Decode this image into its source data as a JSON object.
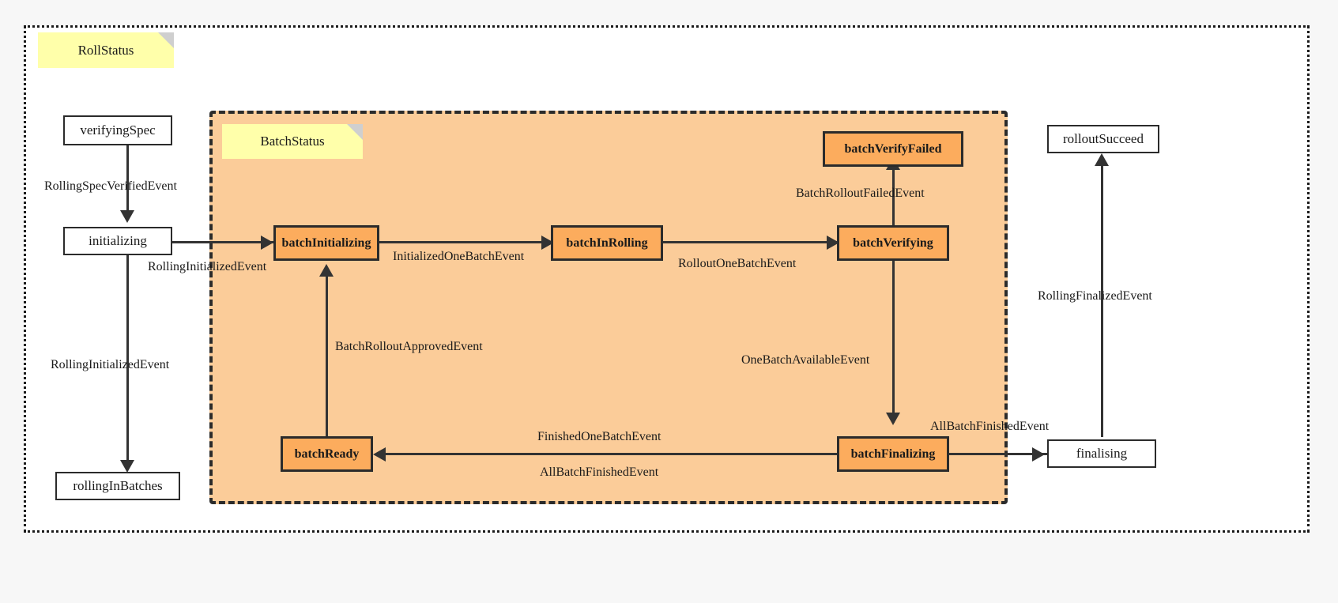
{
  "diagram": {
    "type": "state-machine",
    "composites": [
      {
        "id": "rollStatus",
        "note": "RollStatus"
      },
      {
        "id": "batchStatus",
        "note": "BatchStatus"
      }
    ],
    "states": [
      {
        "id": "verifyingSpec",
        "label": "verifyingSpec",
        "group": "rollStatus"
      },
      {
        "id": "initializing",
        "label": "initializing",
        "group": "rollStatus"
      },
      {
        "id": "rollingInBatches",
        "label": "rollingInBatches",
        "group": "rollStatus"
      },
      {
        "id": "finalising",
        "label": "finalising",
        "group": "rollStatus"
      },
      {
        "id": "rolloutSucceed",
        "label": "rolloutSucceed",
        "group": "rollStatus"
      },
      {
        "id": "batchInitializing",
        "label": "batchInitializing",
        "group": "batchStatus"
      },
      {
        "id": "batchInRolling",
        "label": "batchInRolling",
        "group": "batchStatus"
      },
      {
        "id": "batchVerifying",
        "label": "batchVerifying",
        "group": "batchStatus"
      },
      {
        "id": "batchVerifyFailed",
        "label": "batchVerifyFailed",
        "group": "batchStatus"
      },
      {
        "id": "batchFinalizing",
        "label": "batchFinalizing",
        "group": "batchStatus"
      },
      {
        "id": "batchReady",
        "label": "batchReady",
        "group": "batchStatus"
      }
    ],
    "transitions": [
      {
        "from": "verifyingSpec",
        "to": "initializing",
        "label": "RollingSpecVerifiedEvent"
      },
      {
        "from": "initializing",
        "to": "batchInitializing",
        "label": "RollingInitializedEvent"
      },
      {
        "from": "initializing",
        "to": "rollingInBatches",
        "label": "RollingInitializedEvent"
      },
      {
        "from": "batchInitializing",
        "to": "batchInRolling",
        "label": "InitializedOneBatchEvent"
      },
      {
        "from": "batchInRolling",
        "to": "batchVerifying",
        "label": "RolloutOneBatchEvent"
      },
      {
        "from": "batchVerifying",
        "to": "batchVerifyFailed",
        "label": "BatchRolloutFailedEvent"
      },
      {
        "from": "batchVerifying",
        "to": "batchFinalizing",
        "label": "OneBatchAvailableEvent"
      },
      {
        "from": "batchFinalizing",
        "to": "batchReady",
        "label": "FinishedOneBatchEvent"
      },
      {
        "from": "batchFinalizing",
        "to": "batchReady",
        "label": "AllBatchFinishedEvent"
      },
      {
        "from": "batchReady",
        "to": "batchInitializing",
        "label": "BatchRolloutApprovedEvent"
      },
      {
        "from": "batchFinalizing",
        "to": "finalising",
        "label": "AllBatchFinishedEvent"
      },
      {
        "from": "finalising",
        "to": "rolloutSucceed",
        "label": "RollingFinalizedEvent"
      }
    ],
    "colors": {
      "page_background": "#f7f7f7",
      "outer_background": "#ffffff",
      "inner_background": "#fbcc99",
      "batch_state_fill": "#fcac5d",
      "plain_state_fill": "#ffffff",
      "note_fill": "#ffffaa",
      "note_fold": "#cfcfcf",
      "stroke": "#2b2b2b",
      "connector": "#333333"
    }
  }
}
